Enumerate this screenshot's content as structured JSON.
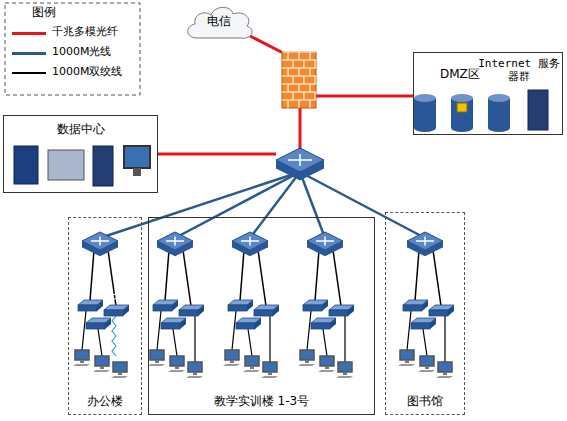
{
  "diagram": {
    "nodes": [
      {
        "text": [
          "电信"
        ]
      },
      {
        "text": [
          "数据中心"
        ]
      },
      {
        "text": [
          "DMZ区",
          "Internet 服务器群"
        ]
      },
      {
        "text": [
          "办公楼"
        ]
      },
      {
        "text": [
          "教学实训楼 1-3号"
        ]
      },
      {
        "text": [
          "图书馆"
        ]
      }
    ],
    "labels": [
      "图例"
    ],
    "legend": [
      {
        "text": "千兆多模光纤",
        "color": "#e8141b"
      },
      {
        "text": "1000M光线",
        "color": "#2c5a8c"
      },
      {
        "text": "1000M双绞线",
        "color": "#000000"
      }
    ]
  }
}
